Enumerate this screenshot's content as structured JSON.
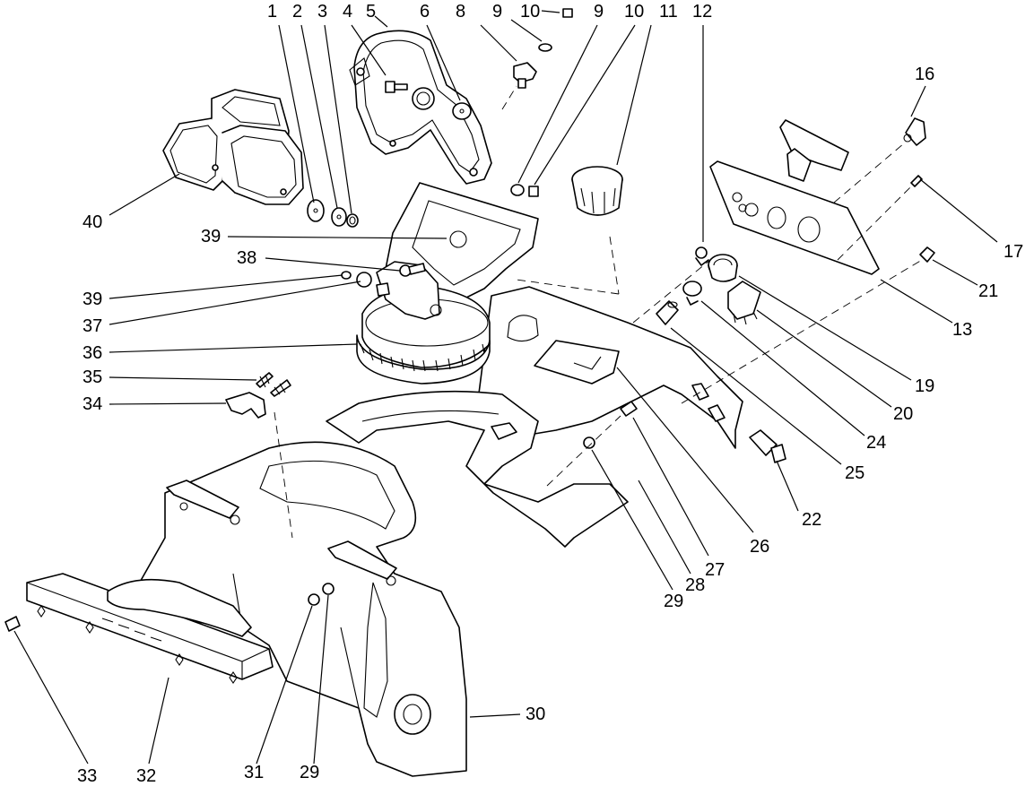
{
  "callouts": [
    {
      "id": "c1",
      "text": "1"
    },
    {
      "id": "c2",
      "text": "2"
    },
    {
      "id": "c3",
      "text": "3"
    },
    {
      "id": "c4",
      "text": "4"
    },
    {
      "id": "c5",
      "text": "5"
    },
    {
      "id": "c6",
      "text": "6"
    },
    {
      "id": "c8",
      "text": "8"
    },
    {
      "id": "c9a",
      "text": "9"
    },
    {
      "id": "c10a",
      "text": "10"
    },
    {
      "id": "c9b",
      "text": "9"
    },
    {
      "id": "c10b",
      "text": "10"
    },
    {
      "id": "c11",
      "text": "11"
    },
    {
      "id": "c12",
      "text": "12"
    },
    {
      "id": "c16",
      "text": "16"
    },
    {
      "id": "c17",
      "text": "17"
    },
    {
      "id": "c21",
      "text": "21"
    },
    {
      "id": "c13",
      "text": "13"
    },
    {
      "id": "c19",
      "text": "19"
    },
    {
      "id": "c20",
      "text": "20"
    },
    {
      "id": "c24",
      "text": "24"
    },
    {
      "id": "c25",
      "text": "25"
    },
    {
      "id": "c22",
      "text": "22"
    },
    {
      "id": "c26",
      "text": "26"
    },
    {
      "id": "c27",
      "text": "27"
    },
    {
      "id": "c28",
      "text": "28"
    },
    {
      "id": "c29a",
      "text": "29"
    },
    {
      "id": "c30",
      "text": "30"
    },
    {
      "id": "c29b",
      "text": "29"
    },
    {
      "id": "c31",
      "text": "31"
    },
    {
      "id": "c32",
      "text": "32"
    },
    {
      "id": "c33",
      "text": "33"
    },
    {
      "id": "c40",
      "text": "40"
    },
    {
      "id": "c39a",
      "text": "39"
    },
    {
      "id": "c38",
      "text": "38"
    },
    {
      "id": "c39b",
      "text": "39"
    },
    {
      "id": "c37",
      "text": "37"
    },
    {
      "id": "c36",
      "text": "36"
    },
    {
      "id": "c35",
      "text": "35"
    },
    {
      "id": "c34",
      "text": "34"
    }
  ]
}
